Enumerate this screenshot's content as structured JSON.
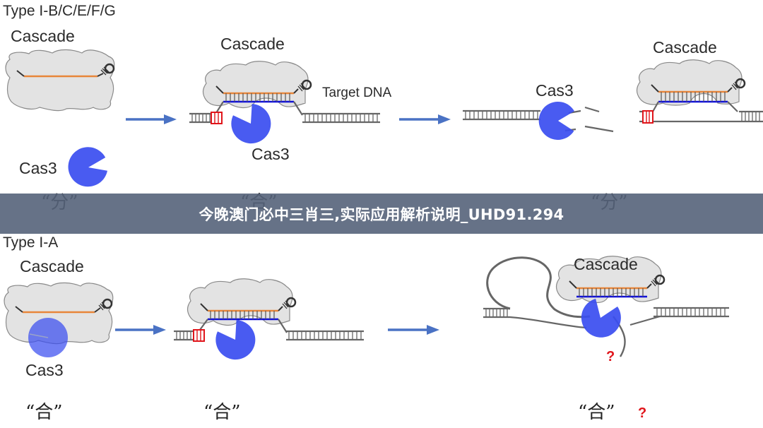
{
  "top_section": {
    "title": "Type I-B/C/E/F/G",
    "panel1": {
      "cascade": "Cascade",
      "cas3": "Cas3",
      "quote": "“分”"
    },
    "panel2": {
      "cascade": "Cascade",
      "target": "Target DNA",
      "cas3": "Cas3",
      "quote": "“合”"
    },
    "panel3": {
      "cas3": "Cas3"
    },
    "panel4": {
      "cascade": "Cascade",
      "quote": "“分”"
    }
  },
  "bottom_section": {
    "title": "Type I-A",
    "panel1": {
      "cascade": "Cascade",
      "cas3": "Cas3",
      "quote": "“合”"
    },
    "panel2": {
      "quote": "“合”"
    },
    "panel3": {
      "cascade": "Cascade",
      "question": "?",
      "quote": "“合”",
      "quote_mark": "?"
    }
  },
  "banner": {
    "text": "今晚澳门必中三肖三,实际应用解析说明_UHD91.294"
  },
  "colors": {
    "crrna": "#e8863a",
    "dna_blue": "#1010d8",
    "cas3": "#3a4df0",
    "arrow": "#4a72c4",
    "dna": "#666666",
    "pam": "#e0151b",
    "blob_fill": "#e3e3e3",
    "blob_stroke": "#8a8a8a",
    "banner_bg": "#55637a"
  },
  "icons": [
    "cascade-complex",
    "cas3-pacman",
    "dna-ladder",
    "pam-box",
    "hairpin",
    "arrow-right"
  ]
}
